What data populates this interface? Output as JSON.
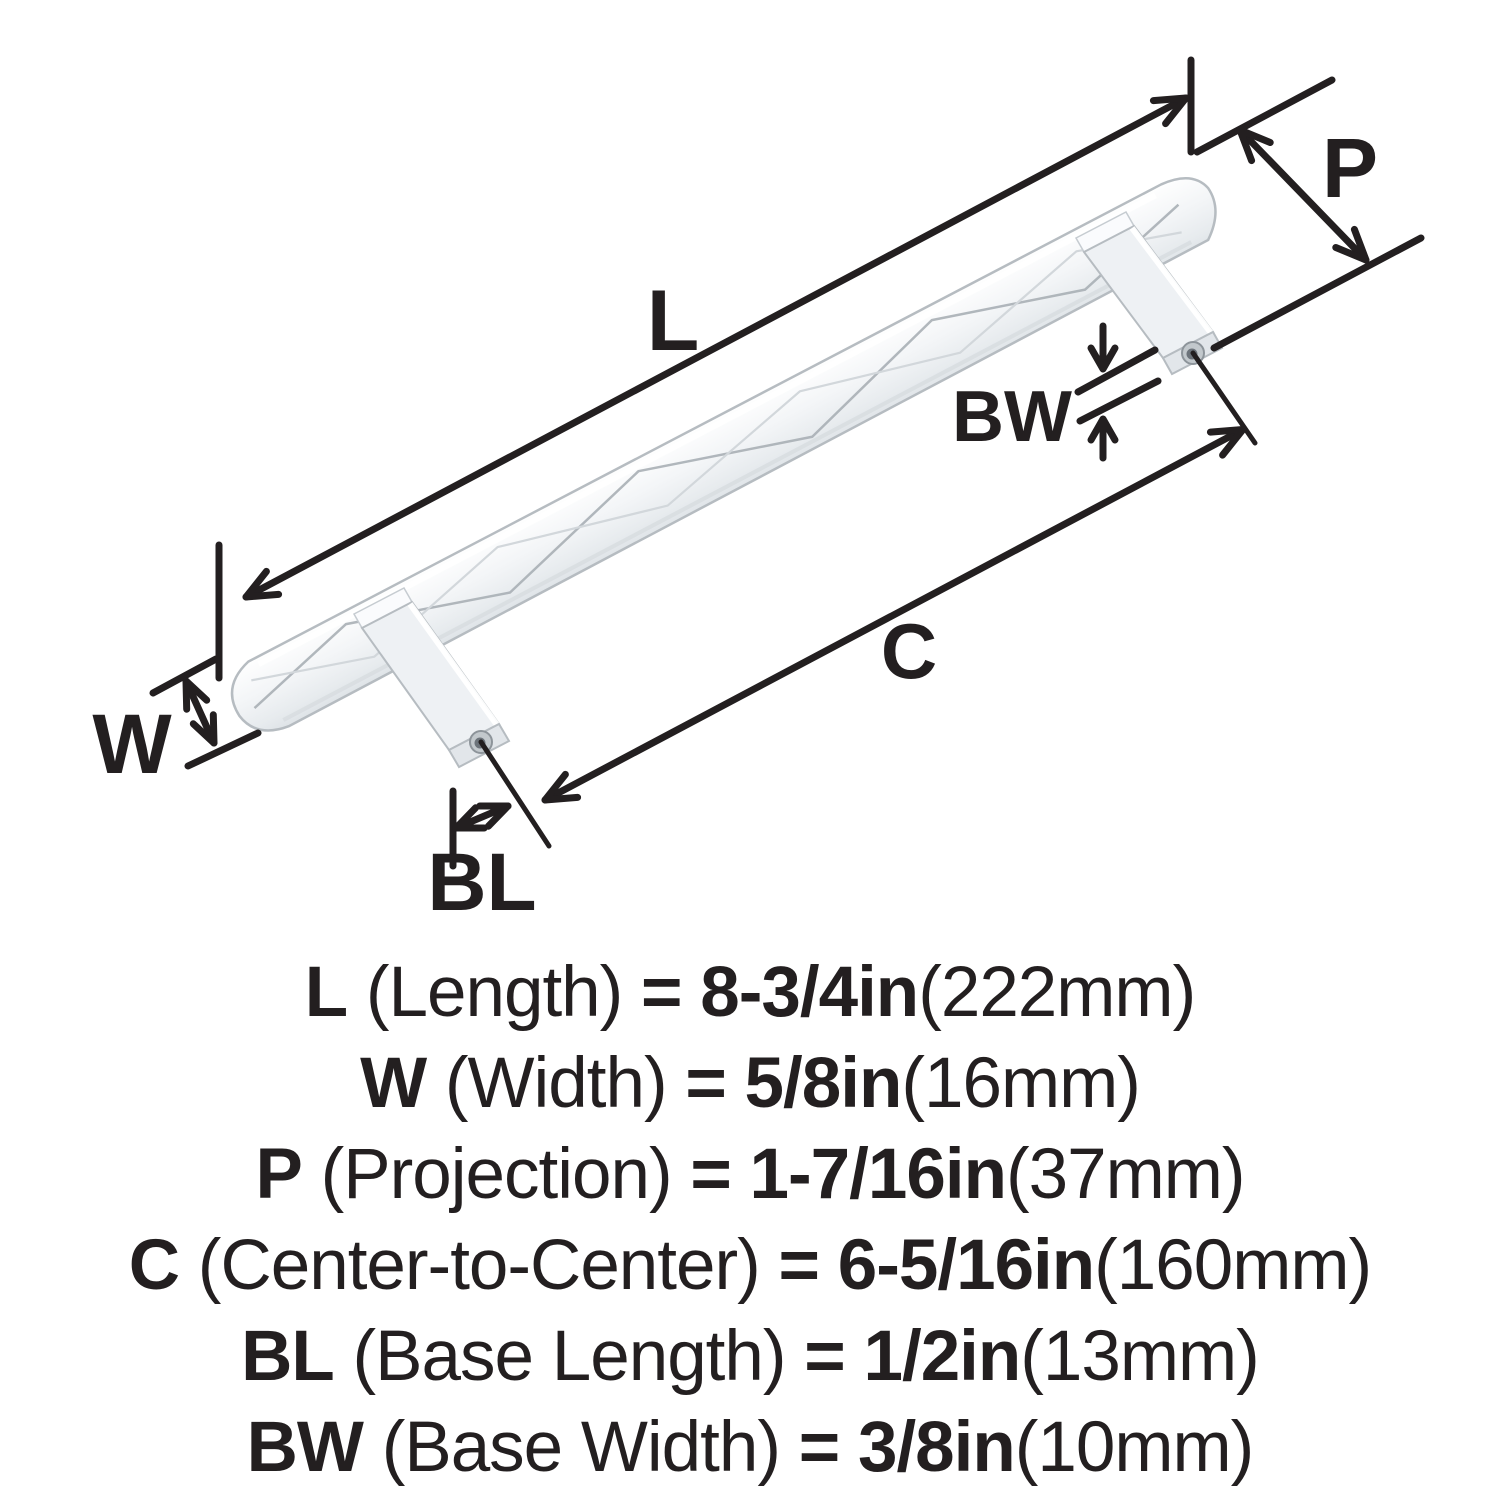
{
  "diagram": {
    "labels": {
      "length": "L",
      "width": "W",
      "projection": "P",
      "center_to_center": "C",
      "base_length": "BL",
      "base_width": "BW"
    }
  },
  "specs": [
    {
      "abbr": "L",
      "name": "(Length)",
      "eq": "=",
      "inch": "8-3/4in",
      "mm": "(222mm)"
    },
    {
      "abbr": "W",
      "name": "(Width)",
      "eq": "=",
      "inch": "5/8in",
      "mm": "(16mm)"
    },
    {
      "abbr": "P",
      "name": "(Projection)",
      "eq": "=",
      "inch": "1-7/16in",
      "mm": "(37mm)"
    },
    {
      "abbr": "C",
      "name": "(Center-to-Center)",
      "eq": "=",
      "inch": "6-5/16in",
      "mm": "(160mm)"
    },
    {
      "abbr": "BL",
      "name": "(Base Length)",
      "eq": "=",
      "inch": "1/2in",
      "mm": "(13mm)"
    },
    {
      "abbr": "BW",
      "name": "(Base Width)",
      "eq": "=",
      "inch": "3/8in",
      "mm": "(10mm)"
    }
  ],
  "colors": {
    "line": "#231f20",
    "background": "#ffffff",
    "metal_highlight": "#ffffff",
    "metal_light": "#f3f5f7",
    "metal_shade": "#e0e4e8",
    "metal_edge": "#b6bcc1"
  }
}
